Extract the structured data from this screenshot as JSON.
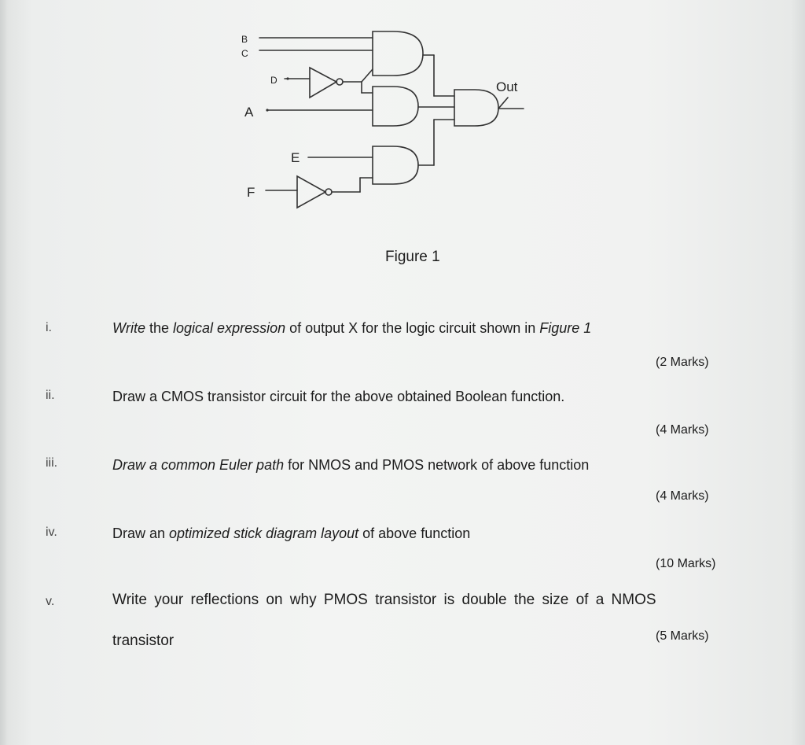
{
  "diagram": {
    "labels": {
      "b": "B",
      "c": "C",
      "d": "D",
      "a": "A",
      "e": "E",
      "f": "F",
      "out": "Out"
    },
    "caption": "Figure 1"
  },
  "questions": [
    {
      "num": "i.",
      "parts": [
        "Write",
        " the ",
        "logical expression",
        " of output X for the logic circuit shown in ",
        "Figure 1"
      ],
      "marks": "(2 Marks)"
    },
    {
      "num": "ii.",
      "parts": [
        "Draw a CMOS transistor circuit for the above obtained Boolean function."
      ],
      "marks": "(4 Marks)"
    },
    {
      "num": "iii.",
      "parts": [
        "Draw a common Euler path",
        " for NMOS and PMOS network of above function"
      ],
      "marks": "(4 Marks)"
    },
    {
      "num": "iv.",
      "parts": [
        "Draw an ",
        "optimized stick diagram layout",
        " of above function"
      ],
      "marks": "(10 Marks)"
    },
    {
      "num": "v.",
      "parts": [
        "Write your reflections on why PMOS transistor is double the size of a NMOS",
        "transistor"
      ],
      "marks": "(5 Marks)"
    }
  ]
}
